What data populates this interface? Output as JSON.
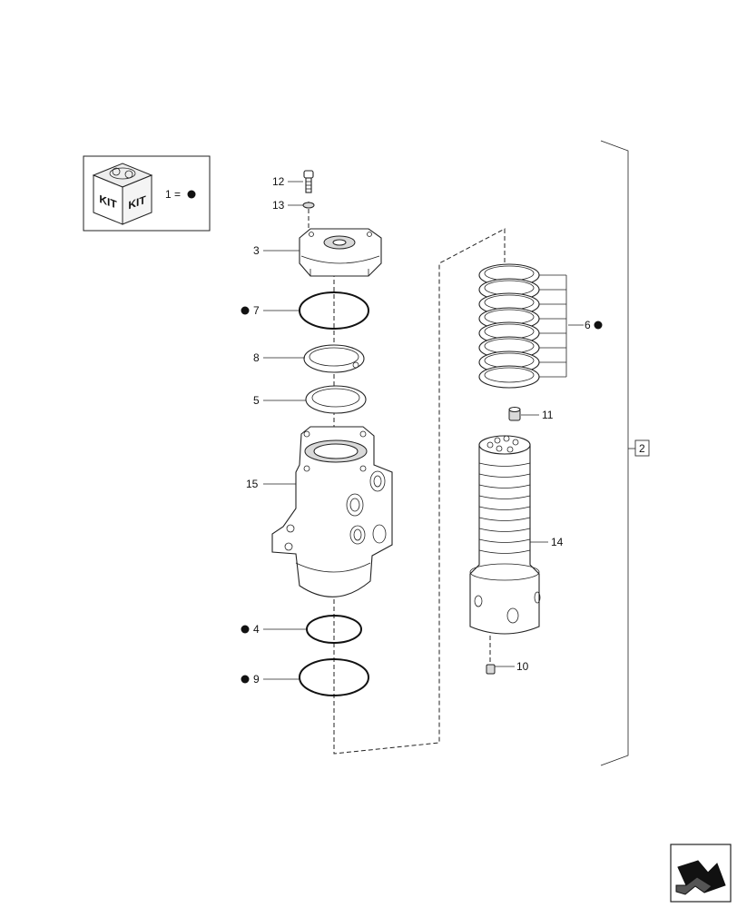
{
  "kit_box": {
    "kit_word_left": "KIT",
    "kit_word_right": "KIT",
    "legend": "1 ="
  },
  "callouts": {
    "p12": "12",
    "p13": "13",
    "p3": "3",
    "p7": "7",
    "p8": "8",
    "p5": "5",
    "p15": "15",
    "p4": "4",
    "p9": "9",
    "p6": "6",
    "p11": "11",
    "p14": "14",
    "p10": "10",
    "p2": "2"
  },
  "icons": {
    "kit": "kit-box-icon",
    "nav": "next-page-arrow-icon",
    "kit_marker": "filled-circle"
  }
}
